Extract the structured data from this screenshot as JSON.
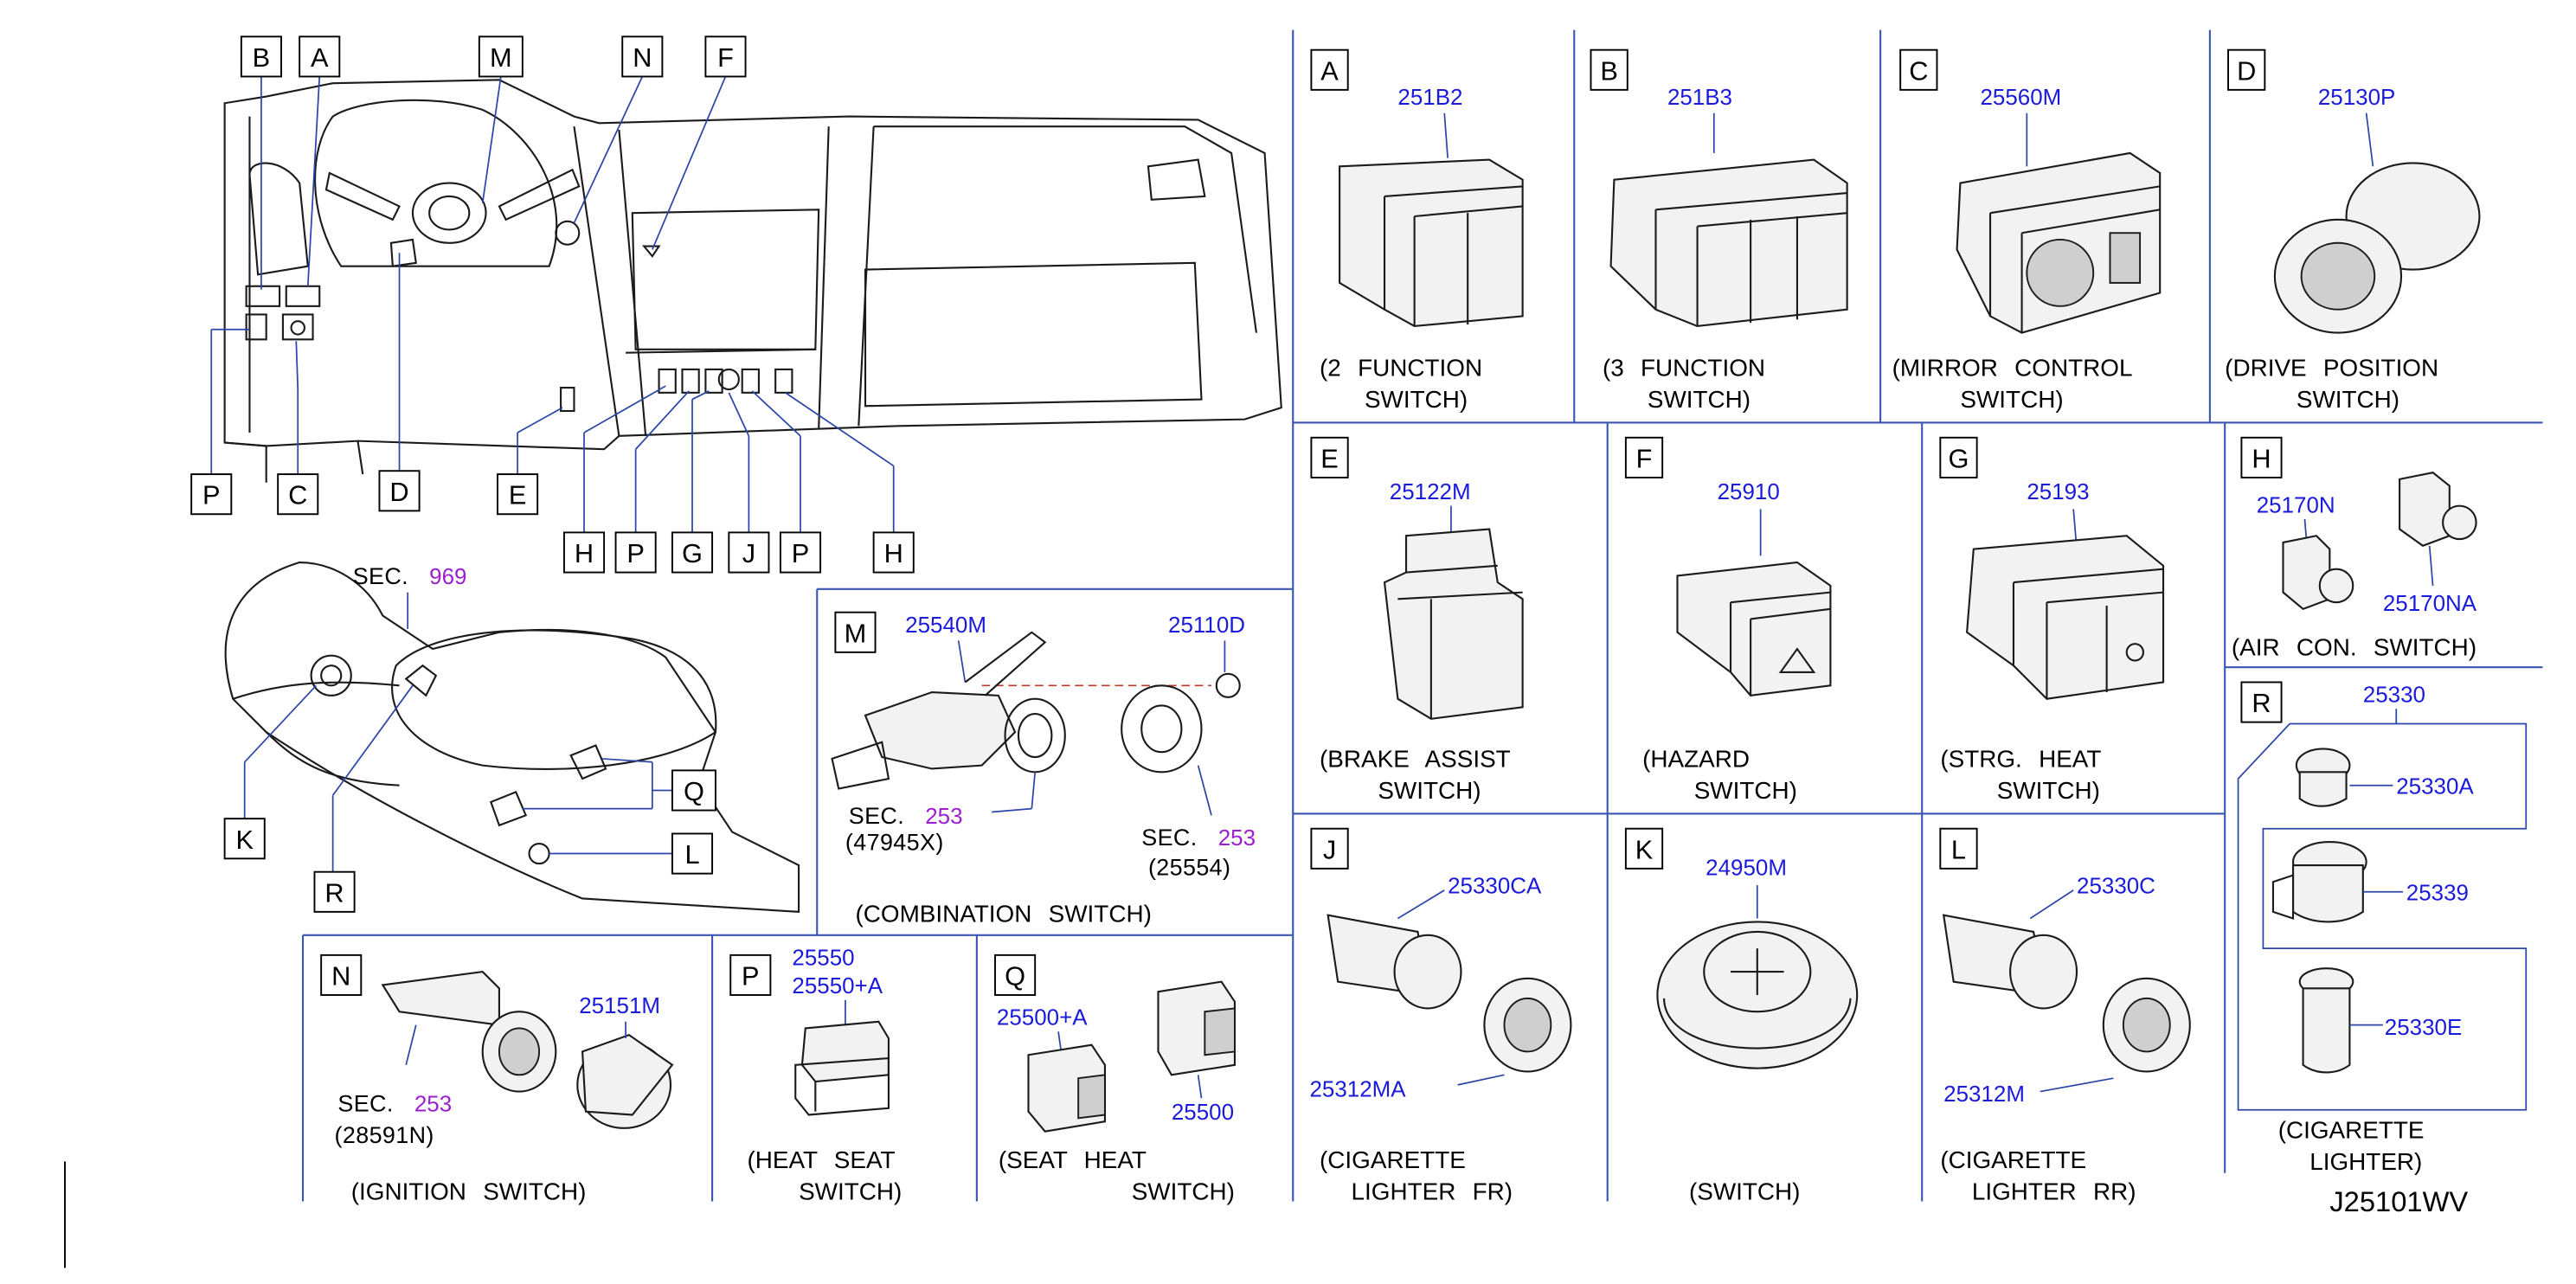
{
  "drawing_code": "J25101WV",
  "overview_callouts": [
    "B",
    "A",
    "M",
    "N",
    "F",
    "P",
    "C",
    "D",
    "E",
    "H",
    "P",
    "G",
    "J",
    "P",
    "H"
  ],
  "console_callouts": [
    "Q",
    "K",
    "L",
    "R"
  ],
  "console_sec": {
    "prefix": "SEC.",
    "number": "969"
  },
  "panels": {
    "A": {
      "letter": "A",
      "parts": [
        "251B2"
      ],
      "caption": [
        "(2  FUNCTION",
        "SWITCH)"
      ]
    },
    "B": {
      "letter": "B",
      "parts": [
        "251B3"
      ],
      "caption": [
        "(3  FUNCTION",
        "SWITCH)"
      ]
    },
    "C": {
      "letter": "C",
      "parts": [
        "25560M"
      ],
      "caption": [
        "(MIRROR  CONTROL",
        "SWITCH)"
      ]
    },
    "D": {
      "letter": "D",
      "parts": [
        "25130P"
      ],
      "caption": [
        "(DRIVE  POSITION",
        "SWITCH)"
      ]
    },
    "E": {
      "letter": "E",
      "parts": [
        "25122M"
      ],
      "caption": [
        "(BRAKE  ASSIST",
        "SWITCH)"
      ]
    },
    "F": {
      "letter": "F",
      "parts": [
        "25910"
      ],
      "caption": [
        "(HAZARD",
        "SWITCH)"
      ]
    },
    "G": {
      "letter": "G",
      "parts": [
        "25193"
      ],
      "caption": [
        "(STRG.  HEAT",
        "SWITCH)"
      ]
    },
    "H": {
      "letter": "H",
      "parts": [
        "25170N",
        "25170NA"
      ],
      "caption": [
        "(AIR  CON.  SWITCH)"
      ]
    },
    "R": {
      "letter": "R",
      "parts": [
        "25330",
        "25330A",
        "25339",
        "25330E"
      ],
      "caption": [
        "(CIGARETTE",
        "LIGHTER)"
      ]
    },
    "M": {
      "letter": "M",
      "parts": [
        "25540M",
        "25110D"
      ],
      "sec1": {
        "prefix": "SEC.",
        "number": "253",
        "sub": "(47945X)"
      },
      "sec2": {
        "prefix": "SEC.",
        "number": "253",
        "sub": "(25554)"
      },
      "caption": [
        "(COMBINATION  SWITCH)"
      ]
    },
    "J": {
      "letter": "J",
      "parts": [
        "25330CA",
        "25312MA"
      ],
      "caption": [
        "(CIGARETTE",
        "LIGHTER  FR)"
      ]
    },
    "K": {
      "letter": "K",
      "parts": [
        "24950M"
      ],
      "caption": [
        "(SWITCH)"
      ]
    },
    "L": {
      "letter": "L",
      "parts": [
        "25330C",
        "25312M"
      ],
      "caption": [
        "(CIGARETTE",
        "LIGHTER  RR)"
      ]
    },
    "N": {
      "letter": "N",
      "parts": [
        "25151M"
      ],
      "sec": {
        "prefix": "SEC.",
        "number": "253",
        "sub": "(28591N)"
      },
      "caption": [
        "(IGNITION  SWITCH)"
      ]
    },
    "P": {
      "letter": "P",
      "parts": [
        "25550",
        "25550+A"
      ],
      "caption": [
        "(HEAT  SEAT",
        "SWITCH)"
      ]
    },
    "Q": {
      "letter": "Q",
      "parts": [
        "25500+A",
        "25500"
      ],
      "caption": [
        "(SEAT  HEAT",
        "SWITCH)"
      ]
    }
  },
  "colors": {
    "part_number": "#1a1adb",
    "section_ref": "#9b1fd1",
    "grid": "#3b55b5",
    "line": "#1b1b1b"
  }
}
